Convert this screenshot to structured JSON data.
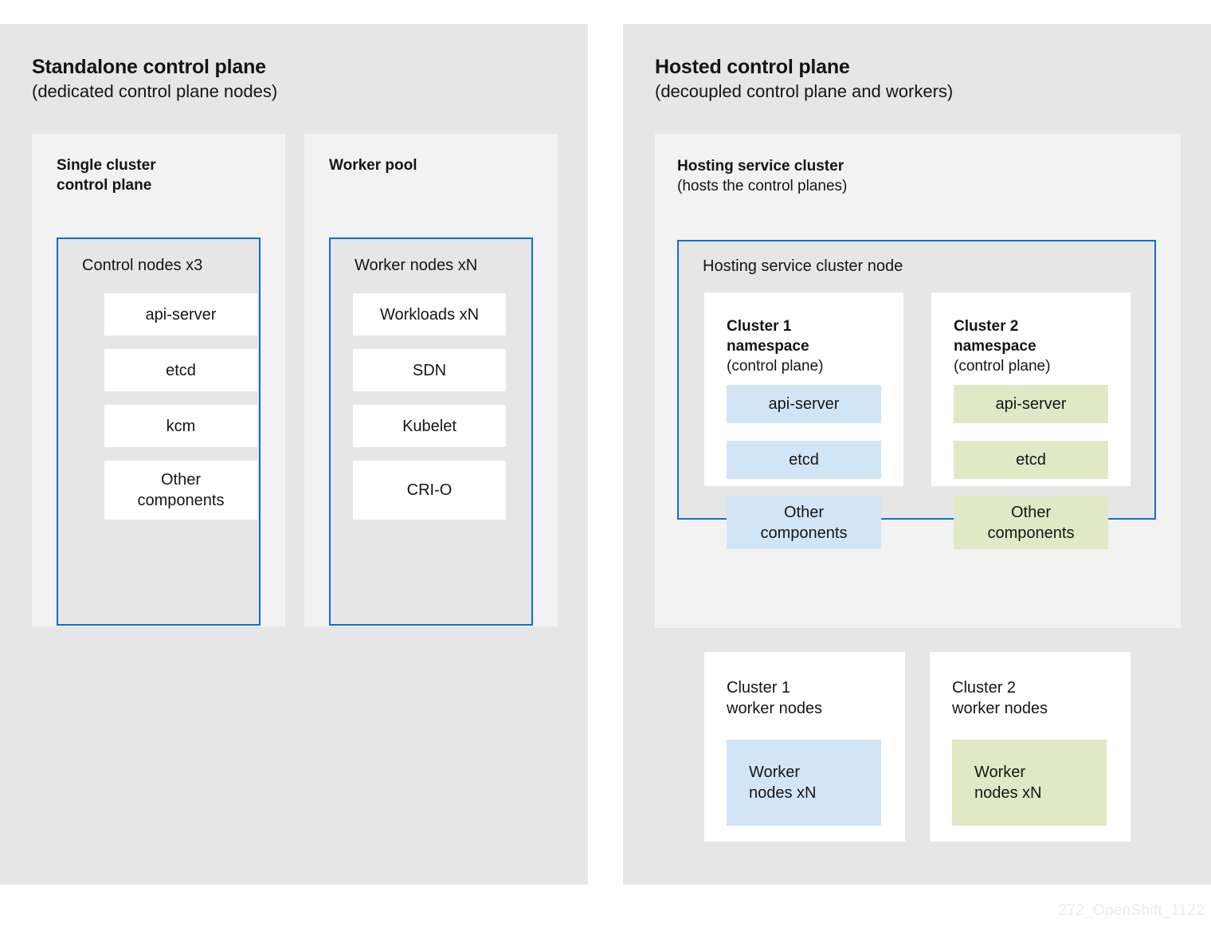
{
  "watermark": "272_OpenShift_1122",
  "colors": {
    "page_background": "#ffffff",
    "panel_background": "#e6e6e6",
    "card_background": "#f2f2f2",
    "node_border_blue": "#0f6ecd",
    "chip_white": "#ffffff",
    "chip_blue": "#d2e5f6",
    "chip_green": "#dfe9c5",
    "text": "#151515",
    "watermark": "#ededed"
  },
  "standalone": {
    "title": "Standalone control plane",
    "subtitle": "(dedicated control plane nodes)",
    "control_plane_card": {
      "title": "Single cluster\ncontrol plane",
      "node_box": {
        "label": "Control nodes  x3",
        "components": [
          "api-server",
          "etcd",
          "kcm",
          "Other\ncomponents"
        ]
      }
    },
    "worker_pool_card": {
      "title": "Worker pool",
      "node_box": {
        "label": "Worker nodes  xN",
        "components": [
          "Workloads  xN",
          "SDN",
          "Kubelet",
          "CRI-O"
        ]
      }
    }
  },
  "hosted": {
    "title": "Hosted control plane",
    "subtitle": "(decoupled control plane and workers)",
    "hosting_card": {
      "title": "Hosting service cluster",
      "subtitle": "(hosts the control planes)",
      "node_box": {
        "label": "Hosting service cluster node",
        "namespaces": [
          {
            "title": "Cluster 1\nnamespace",
            "subtitle": "(control plane)",
            "accent": "blue",
            "components": [
              "api-server",
              "etcd",
              "Other\ncomponents"
            ]
          },
          {
            "title": "Cluster 2\nnamespace",
            "subtitle": "(control plane)",
            "accent": "green",
            "components": [
              "api-server",
              "etcd",
              "Other\ncomponents"
            ]
          }
        ]
      }
    },
    "worker_cards": [
      {
        "title": "Cluster 1\nworker nodes",
        "accent": "blue",
        "chip": "Worker\nnodes  xN"
      },
      {
        "title": "Cluster 2\nworker nodes",
        "accent": "green",
        "chip": "Worker\nnodes  xN"
      }
    ]
  }
}
